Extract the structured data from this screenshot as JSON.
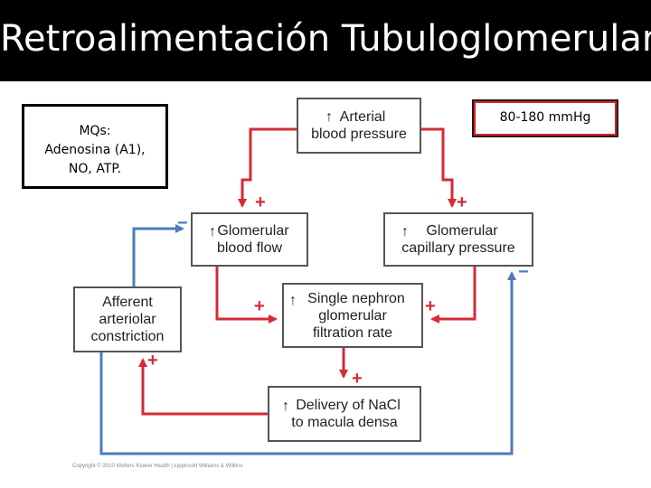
{
  "slide": {
    "title": "Retroalimentación Tubuloglomerular",
    "note_mqs": {
      "line1": "MQs:",
      "line2": "Adenosina (A1),",
      "line3": "NO, ATP."
    },
    "note_pressure": "80-180 mmHg",
    "copyright": "Copyright © 2010 Wolters Kluwer Health | Lippincott Williams & Wilkins"
  },
  "diagram": {
    "nodes": {
      "arterial": "Arterial\nblood pressure",
      "gbf": "Glomerular\nblood flow",
      "gcp": "Glomerular\ncapillary pressure",
      "afferent": "Afferent\narteriolar\nconstriction",
      "sngfr": "Single nephron\nglomerular\nfiltration rate",
      "nacl": "Delivery of NaCl\nto macula densa"
    },
    "up_arrow": "↑",
    "signs": {
      "plus": "+",
      "minus": "−"
    },
    "colors": {
      "red": "#d42b35",
      "blue": "#4a7dbd",
      "border": "#555555"
    }
  }
}
